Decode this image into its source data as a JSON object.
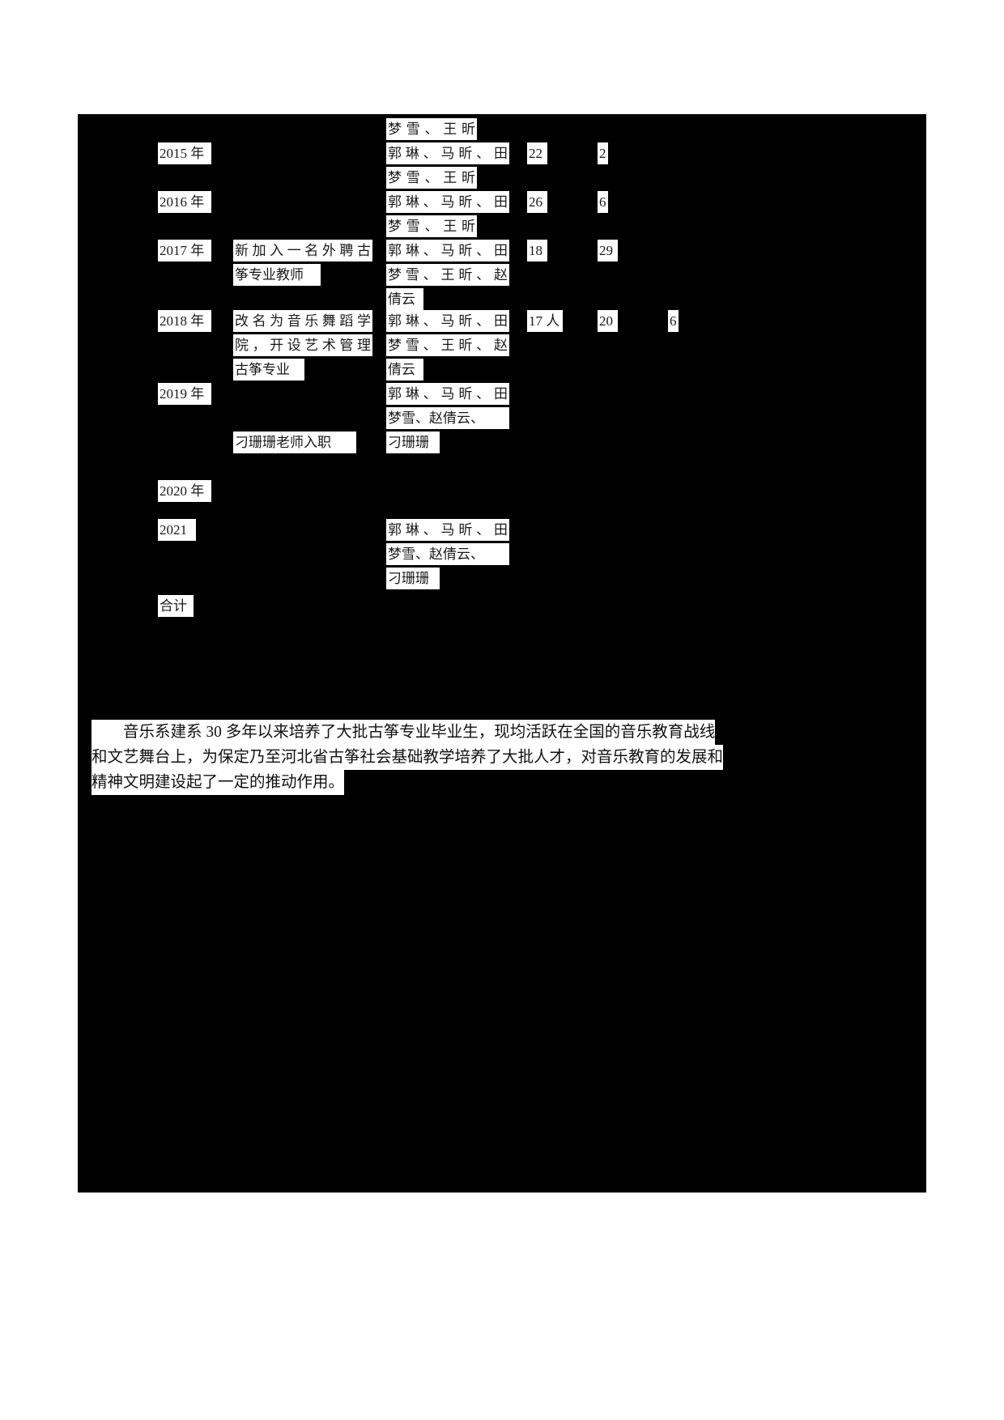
{
  "document": {
    "type": "scanned-document-page",
    "page_background": "#ffffff",
    "ink_background": "#000000",
    "text_highlight": "#ffffff"
  },
  "table": {
    "rows": [
      {
        "year": "",
        "event": "",
        "teachers": "梦雪、王昕",
        "col4": "",
        "col5": "",
        "col6": ""
      },
      {
        "year": "2015 年",
        "event": "",
        "teachers": "郭琳、马昕、田",
        "col4": "22",
        "col5": "2",
        "col6": ""
      },
      {
        "year": "",
        "event": "",
        "teachers": "梦雪、王昕",
        "col4": "",
        "col5": "",
        "col6": ""
      },
      {
        "year": "2016 年",
        "event": "",
        "teachers": "郭琳、马昕、田",
        "col4": "26",
        "col5": "6",
        "col6": ""
      },
      {
        "year": "",
        "event": "",
        "teachers": "梦雪、王昕",
        "col4": "",
        "col5": "",
        "col6": ""
      },
      {
        "year": "2017 年",
        "event": "新加入一名外聘古",
        "teachers": "郭琳、马昕、田",
        "col4": "18",
        "col5": "29",
        "col6": ""
      },
      {
        "year": "",
        "event": "筝专业教师",
        "teachers": "梦雪、王昕、赵",
        "col4": "",
        "col5": "",
        "col6": ""
      },
      {
        "year": "",
        "event": "",
        "teachers": "倩云",
        "col4": "",
        "col5": "",
        "col6": ""
      },
      {
        "year": "2018 年",
        "event": "改名为音乐舞蹈学",
        "teachers": "郭琳、马昕、田",
        "col4": "17 人",
        "col5": "20",
        "col6": "6"
      },
      {
        "year": "",
        "event": "院，开设艺术管理",
        "teachers": "梦雪、王昕、赵",
        "col4": "",
        "col5": "",
        "col6": ""
      },
      {
        "year": "",
        "event": "古筝专业",
        "teachers": "倩云",
        "col4": "",
        "col5": "",
        "col6": ""
      },
      {
        "year": "2019 年",
        "event": "",
        "teachers": "郭琳、马昕、田",
        "col4": "",
        "col5": "",
        "col6": ""
      },
      {
        "year": "",
        "event": "",
        "teachers": "梦雪、赵倩云、",
        "col4": "",
        "col5": "",
        "col6": ""
      },
      {
        "year": "",
        "event": "刁珊珊老师入职",
        "teachers": "刁珊珊",
        "col4": "",
        "col5": "",
        "col6": ""
      },
      {
        "year": "2020 年",
        "event": "",
        "teachers": "",
        "col4": "",
        "col5": "",
        "col6": ""
      },
      {
        "year": "2021",
        "event": "",
        "teachers": "郭琳、马昕、田",
        "col4": "",
        "col5": "",
        "col6": ""
      },
      {
        "year": "",
        "event": "",
        "teachers": "梦雪、赵倩云、",
        "col4": "",
        "col5": "",
        "col6": ""
      },
      {
        "year": "",
        "event": "",
        "teachers": "刁珊珊",
        "col4": "",
        "col5": "",
        "col6": ""
      },
      {
        "year": "合计",
        "event": "",
        "teachers": "",
        "col4": "",
        "col5": "",
        "col6": ""
      }
    ]
  },
  "paragraph": {
    "line1": "音乐系建系 30 多年以来培养了大批古筝专业毕业生，现均活跃在全国的音乐教育战线",
    "line2": "和文艺舞台上，为保定乃至河北省古筝社会基础教学培养了大批人才，对音乐教育的发展和",
    "line3": "精神文明建设起了一定的推动作用。"
  }
}
